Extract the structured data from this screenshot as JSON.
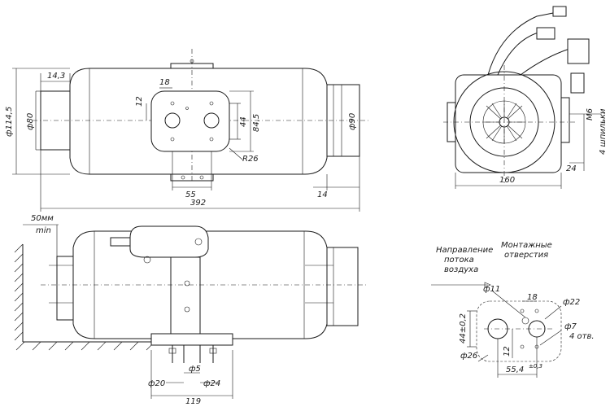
{
  "drawing": {
    "top_view": {
      "dims": {
        "d1": "14,3",
        "d2": "18",
        "d3": "12",
        "d4": "ф114,5",
        "d5": "ф80",
        "d6": "44",
        "d7": "84,5",
        "d8": "ф90",
        "d9": "R26",
        "d10": "55",
        "d11": "14",
        "d12": "392"
      }
    },
    "end_view": {
      "dims": {
        "m6": "M6",
        "studs": "4 шпильки",
        "w160": "160",
        "d24": "24"
      }
    },
    "side_view": {
      "labels": {
        "min_gap": "50мм",
        "min": "min"
      },
      "dims": {
        "d20": "ф20",
        "d5": "ф5",
        "d24": "ф24",
        "w119": "119"
      }
    },
    "mounting": {
      "labels": {
        "airflow_l1": "Направление",
        "airflow_l2": "потока",
        "airflow_l3": "воздуха",
        "holes_l1": "Монтажные",
        "holes_l2": "отверстия"
      },
      "dims": {
        "d11": "ф11",
        "d18": "18",
        "d22": "ф22",
        "d7": "ф7",
        "holes4": "4 отв.",
        "h44": "44±0,2",
        "d26": "ф26",
        "d12": "12",
        "w55": "55,4",
        "tol": "±0,3"
      }
    }
  }
}
